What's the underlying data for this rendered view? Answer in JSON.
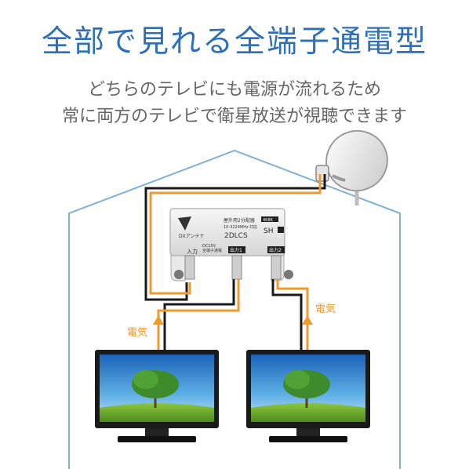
{
  "title": "全部で見れる全端子通電型",
  "subtitle_lines": [
    "どちらのテレビにも電源が流れるため",
    "常に両方のテレビで衛星放送が視聴できます"
  ],
  "device": {
    "brand": "DXアンテナ",
    "model": "2DLCS",
    "type_label": "屋外用2分配器",
    "spec_label": "10-3224MHz 対応",
    "dc_label": "DC15V",
    "passthrough_label": "全端子通電",
    "badge_4k8k": "4K8K",
    "badge_sh": "SH",
    "port_input": "入力",
    "port_out1": "出力1",
    "port_out2": "出力2"
  },
  "labels": {
    "power_left": "電気",
    "power_right": "電気"
  },
  "colors": {
    "title": "#2e6fb5",
    "house_outline": "#7fb0d6",
    "cable_black": "#1a1a1a",
    "cable_orange": "#f29a2e",
    "arrow_orange": "#f29a2e"
  },
  "icons": [
    "satellite-dish-icon",
    "splitter-device-icon",
    "tv-left-icon",
    "tv-right-icon"
  ]
}
